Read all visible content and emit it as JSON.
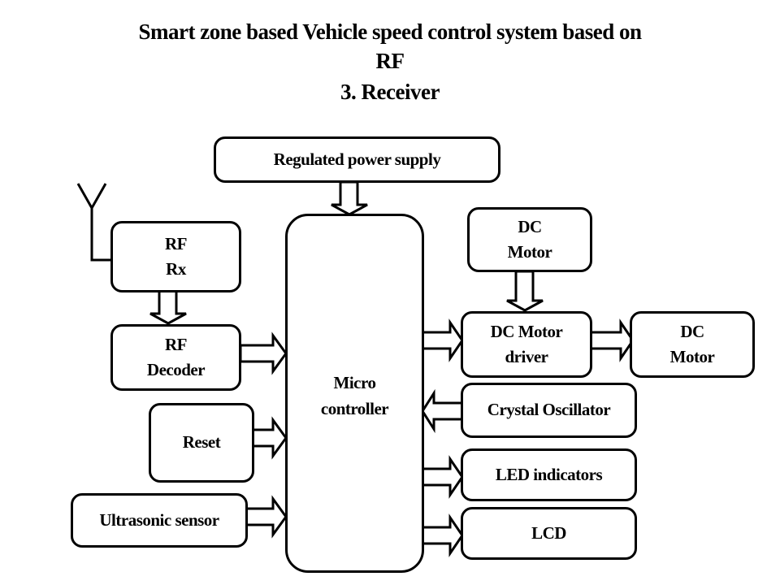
{
  "title": {
    "line1": "Smart zone based Vehicle speed control system based on",
    "line2": "RF",
    "line3": "3. Receiver"
  },
  "blocks": {
    "power_supply": "Regulated power supply",
    "rf_rx": "RF\nRx",
    "rf_decoder": "RF\nDecoder",
    "reset": "Reset",
    "ultrasonic": "Ultrasonic sensor",
    "microcontroller": "Micro\ncontroller",
    "dc_motor_top": "DC\nMotor",
    "dc_motor_driver": "DC Motor\ndriver",
    "dc_motor_right": "DC\nMotor",
    "crystal": "Crystal Oscillator",
    "led": "LED indicators",
    "lcd": "LCD"
  },
  "colors": {
    "stroke": "#000000",
    "fill": "#ffffff"
  }
}
